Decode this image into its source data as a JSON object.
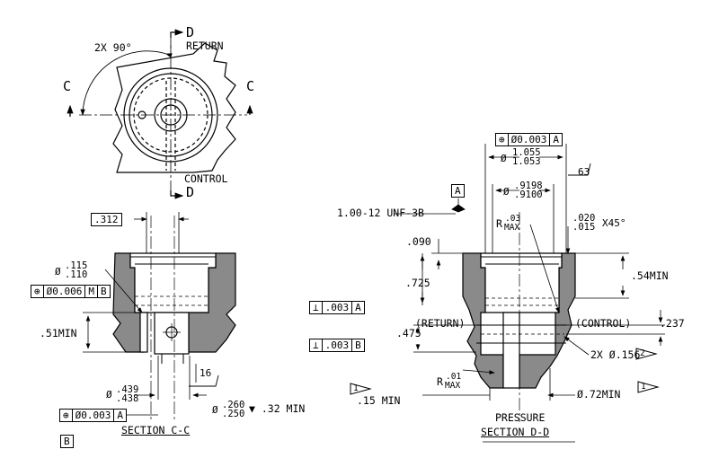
{
  "top_view": {
    "angle_note": "2X 90°",
    "cut_c_left": "C",
    "cut_c_right": "C",
    "cut_d_top": "D",
    "cut_d_bottom": "D",
    "return_label": "RETURN",
    "control_label": "CONTROL"
  },
  "section_cc": {
    "title": "SECTION C-C",
    "dim_312": ".312",
    "dia_115_prefix": "Ø",
    "dia_115_upper": ".115",
    "dia_115_lower": ".110",
    "fcf_pos": {
      "symbol": "⊕",
      "value": "Ø0.006",
      "modifier": "M",
      "datum": "B"
    },
    "dim_51min": ".51MIN",
    "dia_439_prefix": "Ø",
    "dia_439_upper": ".439",
    "dia_439_lower": ".438",
    "finish_16": "16",
    "dia_260_prefix": "Ø",
    "dia_260_upper": ".260",
    "dia_260_lower": ".250",
    "depth_note": "▼ .32 MIN",
    "fcf_bottom": {
      "symbol": "⊕",
      "value": "Ø0.003",
      "datum": "A"
    },
    "datum_b": "B"
  },
  "section_dd": {
    "title": "SECTION D-D",
    "pressure_label": "PRESSURE",
    "fcf_top": {
      "symbol": "⊕",
      "value": "Ø0.003",
      "datum": "A"
    },
    "dia_1055_prefix": "Ø",
    "dia_1055_upper": "1.055",
    "dia_1055_lower": "1.053",
    "finish_63": "63",
    "datum_a": "A",
    "dia_9198_prefix": "Ø",
    "dia_9198_upper": ".9198",
    "dia_9198_lower": ".9100",
    "thread_note": "1.00-12 UNF-3B",
    "r03_r": "R",
    "r03_value": ".03",
    "r03_max": "MAX",
    "chamfer_upper": ".020",
    "chamfer_lower": ".015",
    "chamfer_suffix": "X45°",
    "dim_090": ".090",
    "dim_725": ".725",
    "dim_54min": ".54MIN",
    "fcf_perp_a": {
      "symbol": "⊥",
      "value": ".003",
      "datum": "A"
    },
    "dim_475": ".475",
    "return_label": "(RETURN)",
    "control_label": "(CONTROL)",
    "dim_237": ".237",
    "fcf_perp_b": {
      "symbol": "⊥",
      "value": ".003",
      "datum": "B"
    },
    "holes_note": "2X Ø.156",
    "flag_2": "2",
    "r01_r": "R",
    "r01_value": ".01",
    "r01_max": "MAX",
    "flag_1a": "1",
    "dim_15min": ".15 MIN",
    "dim_72min": "Ø.72MIN",
    "flag_1b": "1"
  }
}
